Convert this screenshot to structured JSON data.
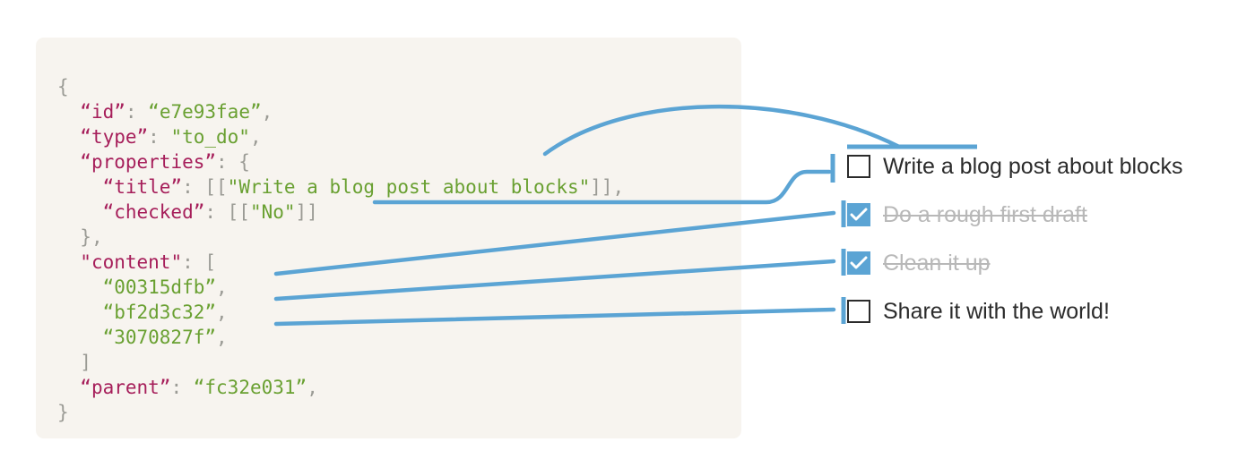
{
  "theme": {
    "page_background": "#ffffff",
    "panel_background": "#f7f4ef",
    "connector_blue": "#5ba4d4",
    "key_color": "#a61e5a",
    "string_color": "#69a031",
    "punctuation_color": "#9b9b95",
    "text_color": "#2b2b2b",
    "done_text_color": "#b8b8b8"
  },
  "json_block": {
    "lines": [
      {
        "indent": 0,
        "parts": [
          {
            "t": "{",
            "c": "p"
          }
        ]
      },
      {
        "indent": 1,
        "parts": [
          {
            "t": "“id”",
            "c": "k"
          },
          {
            "t": ": ",
            "c": "p"
          },
          {
            "t": "“e7e93fae”",
            "c": "s"
          },
          {
            "t": ",",
            "c": "p"
          }
        ]
      },
      {
        "indent": 1,
        "parts": [
          {
            "t": "“type”",
            "c": "k"
          },
          {
            "t": ": ",
            "c": "p"
          },
          {
            "t": "\"to_do\"",
            "c": "s"
          },
          {
            "t": ",",
            "c": "p"
          }
        ]
      },
      {
        "indent": 1,
        "parts": [
          {
            "t": "“properties”",
            "c": "k"
          },
          {
            "t": ": {",
            "c": "p"
          }
        ]
      },
      {
        "indent": 2,
        "parts": [
          {
            "t": "“title”",
            "c": "k"
          },
          {
            "t": ": [[",
            "c": "p"
          },
          {
            "t": "\"Write a blog post about blocks\"",
            "c": "s"
          },
          {
            "t": "]],",
            "c": "p"
          }
        ]
      },
      {
        "indent": 2,
        "parts": [
          {
            "t": "“checked”",
            "c": "k"
          },
          {
            "t": ": [[",
            "c": "p"
          },
          {
            "t": "\"No\"",
            "c": "s"
          },
          {
            "t": "]]",
            "c": "p"
          }
        ]
      },
      {
        "indent": 1,
        "parts": [
          {
            "t": "},",
            "c": "p"
          }
        ]
      },
      {
        "indent": 1,
        "parts": [
          {
            "t": "\"content\"",
            "c": "k"
          },
          {
            "t": ": [",
            "c": "p"
          }
        ]
      },
      {
        "indent": 2,
        "parts": [
          {
            "t": "“00315dfb”",
            "c": "s"
          },
          {
            "t": ",",
            "c": "p"
          }
        ]
      },
      {
        "indent": 2,
        "parts": [
          {
            "t": "“bf2d3c32”",
            "c": "s"
          },
          {
            "t": ",",
            "c": "p"
          }
        ]
      },
      {
        "indent": 2,
        "parts": [
          {
            "t": "“3070827f”",
            "c": "s"
          },
          {
            "t": ",",
            "c": "p"
          }
        ]
      },
      {
        "indent": 1,
        "parts": [
          {
            "t": "]",
            "c": "p"
          }
        ]
      },
      {
        "indent": 1,
        "parts": [
          {
            "t": "“parent”",
            "c": "k"
          },
          {
            "t": ": ",
            "c": "p"
          },
          {
            "t": "“fc32e031”",
            "c": "s"
          },
          {
            "t": ",",
            "c": "p"
          }
        ]
      },
      {
        "indent": 0,
        "parts": [
          {
            "t": "}",
            "c": "p"
          }
        ]
      }
    ]
  },
  "todo_list": {
    "items": [
      {
        "label": "Write a blog post about blocks",
        "checked": false,
        "checkbox_icon": "checkbox-empty-icon"
      },
      {
        "label": "Do a rough first draft",
        "checked": true,
        "checkbox_icon": "checkbox-checked-icon"
      },
      {
        "label": "Clean it up",
        "checked": true,
        "checkbox_icon": "checkbox-checked-icon"
      },
      {
        "label": "Share it with the world!",
        "checked": false,
        "checkbox_icon": "checkbox-empty-icon"
      }
    ]
  },
  "connectors": {
    "title_arc_label": "title-to-block-text-connector",
    "checked_arc_label": "checked-to-checkbox-connector",
    "content_line_labels": [
      "content-0-to-item-connector",
      "content-1-to-item-connector",
      "content-2-to-item-connector"
    ]
  }
}
